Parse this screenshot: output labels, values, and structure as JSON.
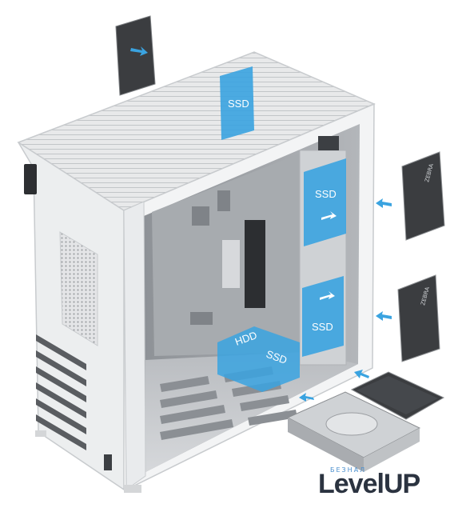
{
  "labels": {
    "ssd_top": "SSD",
    "ssd_right_upper": "SSD",
    "ssd_right_lower": "SSD",
    "hdd_floor": "HDD",
    "ssd_floor": "SSD",
    "drive_brand": "ZEBRA"
  },
  "logo": {
    "small_text": "БЕЗНАЛ",
    "main_text": "LevelUP"
  },
  "colors": {
    "highlight_blue": "#3aa3e0",
    "case_white": "#f3f4f5",
    "interior_gray": "#9fa3a8",
    "drive_dark": "#3b3d40"
  }
}
